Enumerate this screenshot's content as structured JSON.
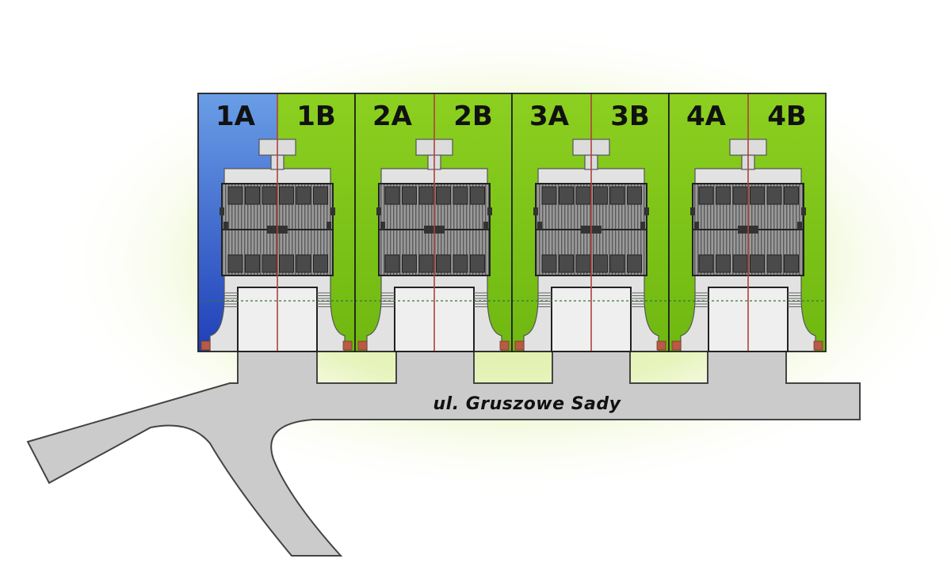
{
  "map": {
    "street_name": "ul. Gruszowe Sady",
    "buildings": [
      {
        "plots": [
          {
            "label": "1A",
            "status": "sold"
          },
          {
            "label": "1B",
            "status": "available"
          }
        ]
      },
      {
        "plots": [
          {
            "label": "2A",
            "status": "available"
          },
          {
            "label": "2B",
            "status": "available"
          }
        ]
      },
      {
        "plots": [
          {
            "label": "3A",
            "status": "available"
          },
          {
            "label": "3B",
            "status": "available"
          }
        ]
      },
      {
        "plots": [
          {
            "label": "4A",
            "status": "available"
          },
          {
            "label": "4B",
            "status": "available"
          }
        ]
      }
    ]
  },
  "colors": {
    "available": "#7fc417",
    "sold": "#3a6fd0",
    "road": "#cbcbcb",
    "glow": "#d9ec9a",
    "boundary": "#b0403e",
    "outline": "#333333"
  }
}
